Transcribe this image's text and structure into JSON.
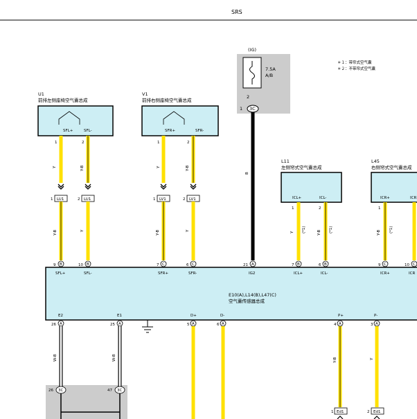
{
  "header": {
    "title": "SRS"
  },
  "notes": [
    "＊１：带帘式空气囊",
    "＊２：不带帘式空气囊"
  ],
  "fuse": {
    "name": "(IG)",
    "rating_line1": "7.5A",
    "rating_line2": "A/B",
    "pin": "2",
    "connector": "3C"
  },
  "components": {
    "u1": {
      "id": "U1",
      "desc": "前排左侧座椅空气囊总成",
      "pin_a": "SFL+",
      "pin_b": "SFL-"
    },
    "v1": {
      "id": "V1",
      "desc": "前排右侧座椅空气囊总成",
      "pin_a": "SFR+",
      "pin_b": "SFR-"
    },
    "l11": {
      "id": "L11",
      "desc": "左侧帘式空气囊总成",
      "pin_a": "ICL+",
      "pin_b": "ICL-"
    },
    "l45": {
      "id": "L45",
      "desc": "右侧帘式空气囊总成",
      "pin_a": "ICR+",
      "pin_b": "ICR"
    }
  },
  "ecu": {
    "line1": "E10(A),L14(B),L47(C)",
    "line2": "空气囊传感器总成"
  },
  "top_wires": [
    {
      "num": "1",
      "color": "Y"
    },
    {
      "num": "2",
      "color": "Y-B"
    },
    {
      "num": "1",
      "color": "Y"
    },
    {
      "num": "2",
      "color": "Y-B"
    },
    {
      "num": "1",
      "color": "Y",
      "note": "(*1)"
    },
    {
      "num": "2",
      "color": "Y-B",
      "note": "(*1)"
    },
    {
      "num": "1",
      "color": "Y-B",
      "note": "(*1)"
    }
  ],
  "ig_wire": {
    "color": "B"
  },
  "junctions": [
    {
      "left": "1",
      "conn": "LU1",
      "right": "2",
      "conn2": "LU1"
    },
    {
      "left": "1",
      "conn": "LV1",
      "right": "2",
      "conn2": "LV1"
    }
  ],
  "mid_wires": [
    {
      "color": "Y-B"
    },
    {
      "color": "Y"
    },
    {
      "color": "Y-B"
    },
    {
      "color": "Y"
    }
  ],
  "ecu_top_pins": [
    {
      "num": "9",
      "conn": "B",
      "label": "SFL+"
    },
    {
      "num": "10",
      "conn": "B",
      "label": "SFL-"
    },
    {
      "num": "7",
      "conn": "C",
      "label": "SFR+"
    },
    {
      "num": "6",
      "conn": "C",
      "label": "SFR-"
    },
    {
      "num": "21",
      "conn": "A",
      "label": "IG2"
    },
    {
      "num": "7",
      "conn": "B",
      "label": "ICL+"
    },
    {
      "num": "6",
      "conn": "B",
      "label": "ICL-"
    },
    {
      "num": "9",
      "conn": "C",
      "label": "ICR+"
    },
    {
      "num": "10",
      "conn": "C",
      "label": "ICR"
    }
  ],
  "ecu_bottom_pins": [
    {
      "num": "26",
      "conn": "A",
      "label": "E2"
    },
    {
      "num": "25",
      "conn": "A",
      "label": "E1"
    },
    {
      "num": "5",
      "conn": "A",
      "label": "D+"
    },
    {
      "num": "6",
      "conn": "A",
      "label": "D-"
    },
    {
      "num": "4",
      "conn": "A",
      "label": "P+"
    },
    {
      "num": "3",
      "conn": "A",
      "label": "P-"
    }
  ],
  "bottom_wires": [
    {
      "color": "W-B"
    },
    {
      "color": "W-B"
    },
    {
      "color": "Y-B"
    },
    {
      "color": "Y"
    }
  ],
  "ground_junctions": [
    {
      "num": "26",
      "conn": "3C"
    },
    {
      "num": "47",
      "conn": "3C"
    }
  ],
  "ed1": [
    {
      "num": "1",
      "conn": "Ed1"
    },
    {
      "num": "2",
      "conn": "Ed1"
    }
  ],
  "colors": {
    "box_fill": "#cdeef4",
    "gray_fill": "#cccccc",
    "wire_yellow": "#ffe100",
    "wire_black": "#000000"
  }
}
